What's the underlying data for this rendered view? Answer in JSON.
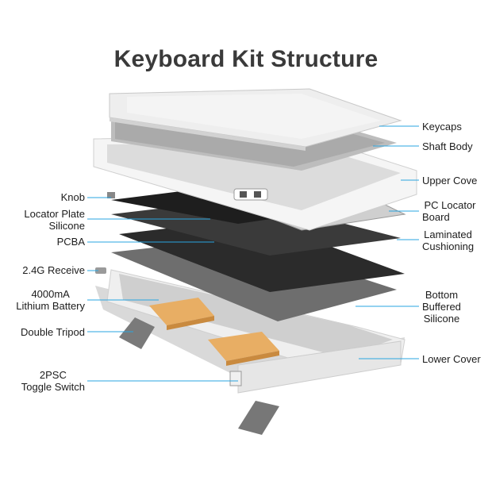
{
  "title": "Keyboard Kit Structure",
  "colors": {
    "line": "#2aa5e0",
    "keycap": "#eeeeee",
    "pcb": "#2a2a2a",
    "plate": "#3a3a3a",
    "bottom": "#6b6b6b",
    "case": "#f2f2f2",
    "battery": "#e6a95a"
  },
  "labels_left": {
    "knob": "Knob",
    "locator_plate_1": "Locator Plate",
    "locator_plate_2": "Silicone",
    "pcba": "PCBA",
    "receiver": "2.4G Receive",
    "battery_1": "4000mA",
    "battery_2": "Lithium Battery",
    "tripod": "Double Tripod",
    "toggle_1": "2PSC",
    "toggle_2": "Toggle Switch"
  },
  "labels_right": {
    "keycaps": "Keycaps",
    "shaft_body": "Shaft Body",
    "upper_cover": "Upper Cove",
    "pc_locator_1": "PC Locator",
    "pc_locator_2": "Board",
    "laminated_1": "Laminated",
    "laminated_2": "Cushioning",
    "bottom_1": "Bottom",
    "bottom_2": "Buffered",
    "bottom_3": "Silicone",
    "lower_cover": "Lower Cover"
  }
}
